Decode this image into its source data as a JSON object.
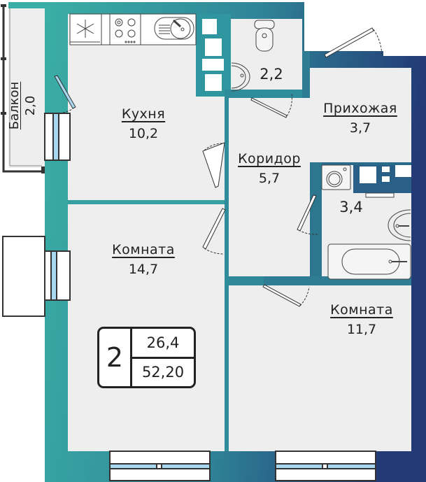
{
  "plan": {
    "wall_gradient": {
      "start": "#3aaea5",
      "mid": "#2f8a9a",
      "end": "#233a76"
    },
    "floor_color": "#eeeeee",
    "glass_color": "#a8d8f0"
  },
  "rooms": {
    "kitchen": {
      "name": "Кухня",
      "area": "10,2"
    },
    "room1": {
      "name": "Комната",
      "area": "14,7"
    },
    "corridor": {
      "name": "Коридор",
      "area": "5,7"
    },
    "hallway": {
      "name": "Прихожая",
      "area": "3,7"
    },
    "room2": {
      "name": "Комната",
      "area": "11,7"
    },
    "wc": {
      "area": "2,2"
    },
    "bathroom": {
      "area": "3,4"
    },
    "balcony": {
      "name": "Балкон",
      "area": "2,0"
    }
  },
  "summary": {
    "rooms_count": "2",
    "living_area": "26,4",
    "total_area": "52,20"
  },
  "icons": {
    "fridge": "snowflake-icon",
    "stove": "cooktop-icon",
    "sink": "kitchen-sink-icon",
    "toilet": "toilet-icon",
    "washbasin": "washbasin-icon",
    "washer": "washing-machine-icon",
    "bathtub": "bathtub-icon"
  }
}
